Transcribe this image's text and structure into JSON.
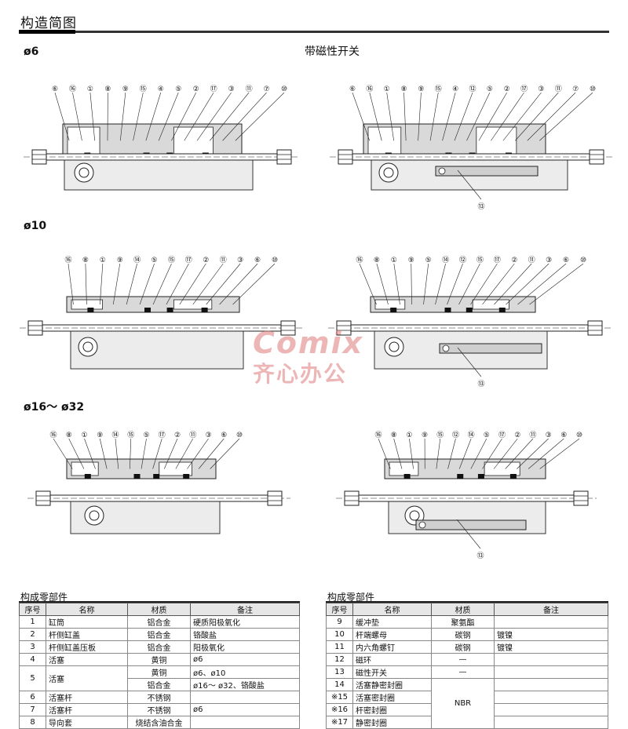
{
  "page": {
    "title": "构造简图"
  },
  "sections": {
    "d6": "ø6",
    "d10": "ø10",
    "d16_32": "ø16～ ø32",
    "magnetic_switch": "带磁性开关"
  },
  "diagrams": {
    "d6_left": [
      "⑥",
      "⑯",
      "①",
      "⑧",
      "⑨",
      "⑮",
      "④",
      "⑤",
      "②",
      "⑰",
      "③",
      "⑪",
      "⑦",
      "⑩"
    ],
    "d6_right": [
      "⑥",
      "⑯",
      "①",
      "⑧",
      "⑨",
      "⑮",
      "④",
      "⑫",
      "⑤",
      "②",
      "⑰",
      "③",
      "⑪",
      "⑦",
      "⑩"
    ],
    "d6_right_bottom": "⑬",
    "d10_left": [
      "⑯",
      "⑧",
      "①",
      "⑨",
      "⑭",
      "⑤",
      "⑮",
      "⑰",
      "②",
      "⑪",
      "③",
      "⑥",
      "⑩"
    ],
    "d10_right": [
      "⑯",
      "⑧",
      "①",
      "⑨",
      "⑤",
      "⑭",
      "⑫",
      "⑮",
      "⑰",
      "②",
      "⑪",
      "③",
      "⑥",
      "⑩"
    ],
    "d10_right_bottom": "⑬",
    "d16_left": [
      "⑯",
      "⑧",
      "①",
      "⑨",
      "⑭",
      "⑮",
      "⑤",
      "⑰",
      "②",
      "⑪",
      "③",
      "⑥",
      "⑩"
    ],
    "d16_right": [
      "⑯",
      "⑧",
      "①",
      "⑨",
      "⑮",
      "⑫",
      "⑭",
      "⑤",
      "⑰",
      "②",
      "⑪",
      "③",
      "⑥",
      "⑩"
    ],
    "d16_right_bottom": "⑬"
  },
  "watermark": {
    "brand": "Comix",
    "cn": "齐心办公"
  },
  "left_table": {
    "title": "构成零部件",
    "headers": [
      "序号",
      "名称",
      "材质",
      "备注"
    ],
    "rows": [
      {
        "no": "1",
        "name": "缸筒",
        "mat": "铝合金",
        "note": "硬质阳极氧化"
      },
      {
        "no": "2",
        "name": "杆侧缸盖",
        "mat": "铝合金",
        "note": "铬酸盐"
      },
      {
        "no": "3",
        "name": "杆侧缸盖压板",
        "mat": "铝合金",
        "note": "阳极氧化"
      },
      {
        "no": "4",
        "name": "活塞",
        "mat": "黄铜",
        "note": "ø6"
      },
      {
        "no": "5",
        "name": "活塞",
        "mat": "黄铜",
        "note": "ø6、ø10",
        "mat2": "铝合金",
        "note2": "ø16～ ø32、铬酸盐"
      },
      {
        "no": "6",
        "name": "活塞杆",
        "mat": "不锈钢",
        "note": ""
      },
      {
        "no": "7",
        "name": "活塞杆",
        "mat": "不锈钢",
        "note": "ø6"
      },
      {
        "no": "8",
        "name": "导向套",
        "mat": "烧结含油合金",
        "note": ""
      }
    ]
  },
  "right_table": {
    "title": "构成零部件",
    "headers": [
      "序号",
      "名称",
      "材质",
      "备注"
    ],
    "rows": [
      {
        "no": "9",
        "name": "缓冲垫",
        "mat": "聚氨酯",
        "note": ""
      },
      {
        "no": "10",
        "name": "杆端螺母",
        "mat": "碳钢",
        "note": "镀镍"
      },
      {
        "no": "11",
        "name": "内六角螺钉",
        "mat": "碳钢",
        "note": "镀镍"
      },
      {
        "no": "12",
        "name": "磁环",
        "mat": "—",
        "note": ""
      },
      {
        "no": "13",
        "name": "磁性开关",
        "mat": "—",
        "note": ""
      },
      {
        "no": "14",
        "name": "活塞静密封圈",
        "mat": "",
        "note": ""
      },
      {
        "no": "※15",
        "name": "活塞密封圈",
        "mat": "NBR",
        "note": ""
      },
      {
        "no": "※16",
        "name": "杆密封圈",
        "mat": "",
        "note": ""
      },
      {
        "no": "※17",
        "name": "静密封圈",
        "mat": "",
        "note": ""
      }
    ]
  }
}
